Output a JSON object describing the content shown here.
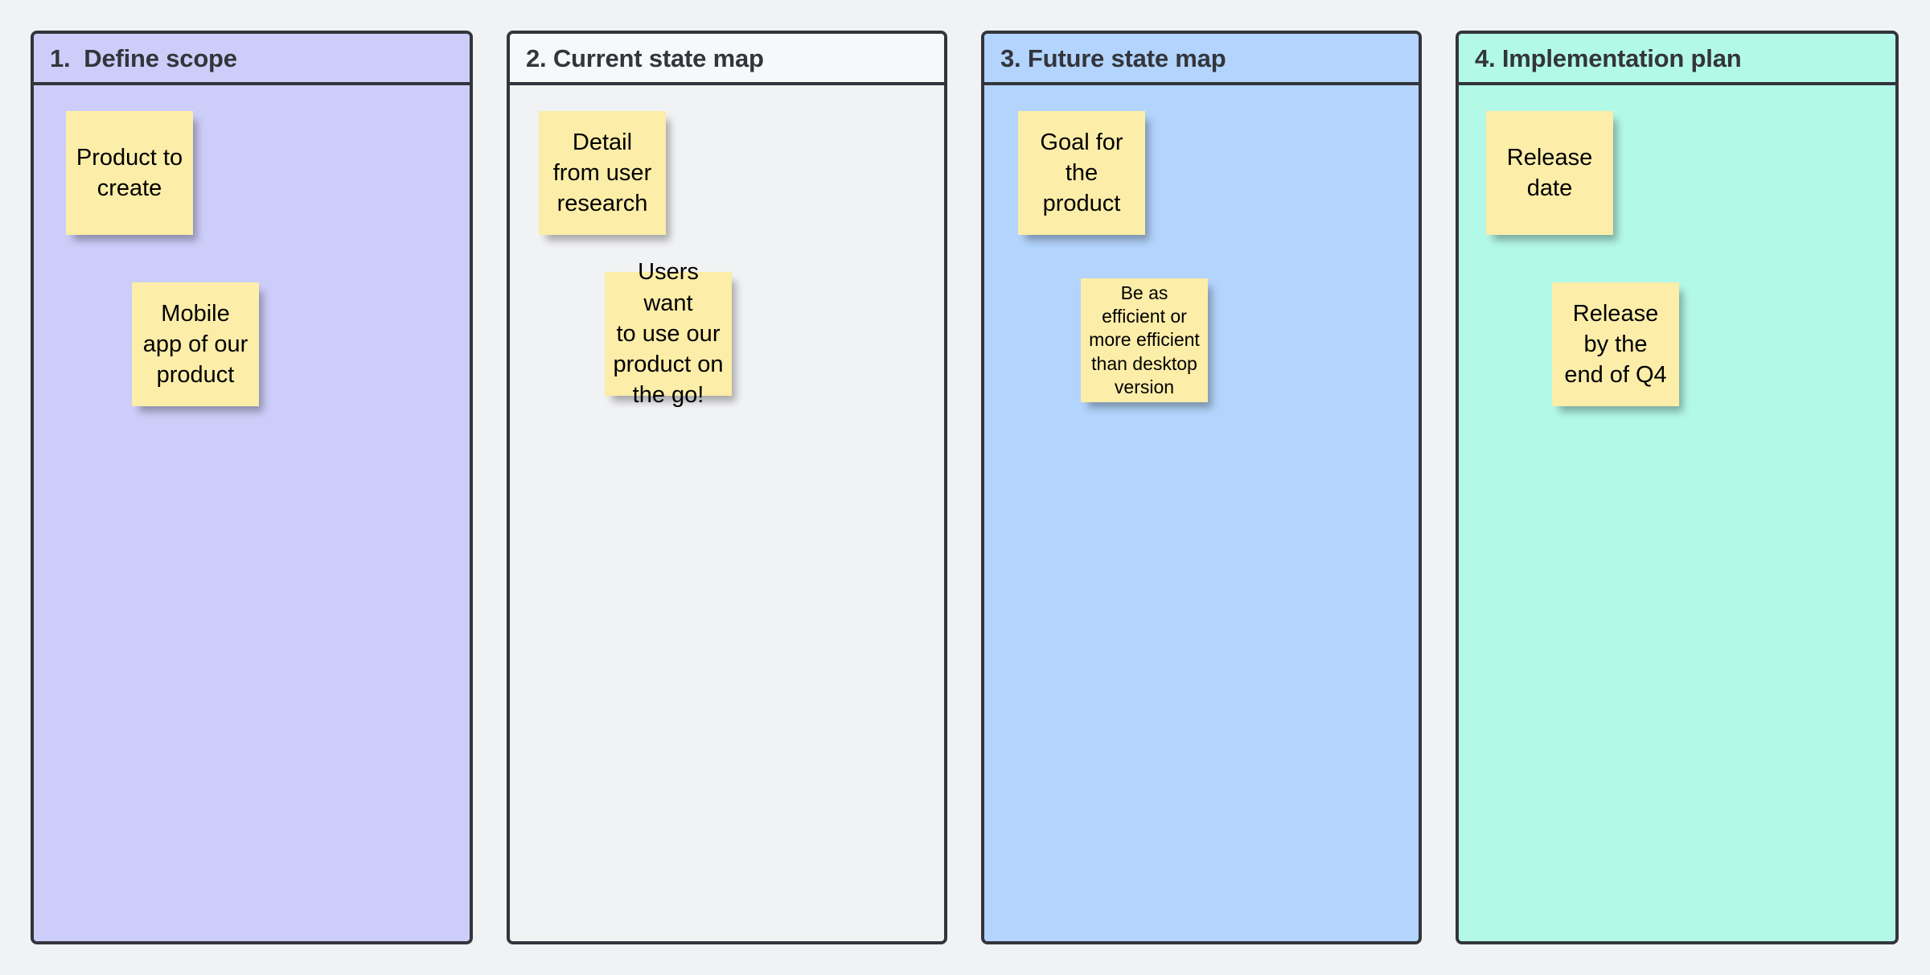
{
  "board": {
    "background_color": "#F1F2F4",
    "note_color": "#FCEDA8",
    "border_color": "#33353C"
  },
  "columns": [
    {
      "title": "1.  Define scope",
      "header_color": "#CDCDF9",
      "body_color": "#CDCDF9",
      "notes": [
        {
          "text": "Product to\ncreate",
          "size": "lg"
        },
        {
          "text": "Mobile\napp of our\nproduct",
          "size": "lg"
        }
      ]
    },
    {
      "title": "2. Current state map",
      "header_color": "#F7F8F9",
      "body_color": "#F1F2F4",
      "notes": [
        {
          "text": "Detail\nfrom user\nresearch",
          "size": "lg"
        },
        {
          "text": "Users want\nto use our\nproduct on\nthe go!",
          "size": "lg"
        }
      ]
    },
    {
      "title": "3. Future state map",
      "header_color": "#B3D4FC",
      "body_color": "#B3D4FC",
      "notes": [
        {
          "text": "Goal for\nthe\nproduct",
          "size": "lg"
        },
        {
          "text": "Be as\nefficient or\nmore efficient\nthan desktop\nversion",
          "size": "sm"
        }
      ]
    },
    {
      "title": "4. Implementation plan",
      "header_color": "#B3F9E8",
      "body_color": "#B3F9E8",
      "notes": [
        {
          "text": "Release\ndate",
          "size": "lg"
        },
        {
          "text": "Release\nby the\nend of Q4",
          "size": "lg"
        }
      ]
    }
  ]
}
